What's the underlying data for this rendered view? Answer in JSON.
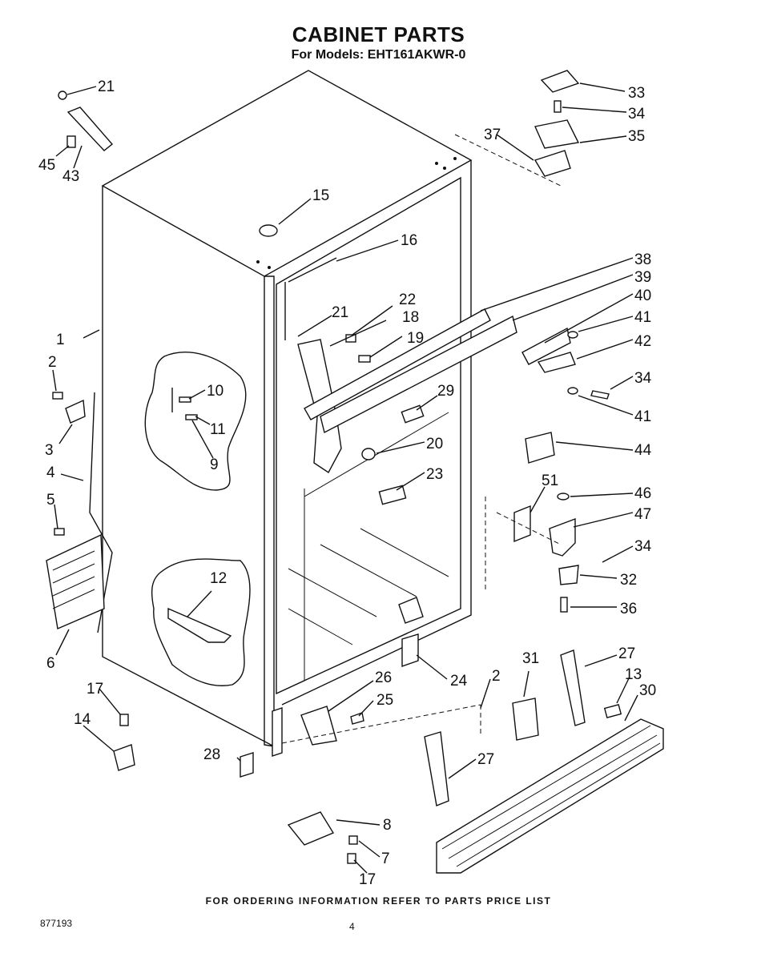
{
  "header": {
    "title": "CABINET PARTS",
    "subtitle": "For Models: EHT161AKWR-0"
  },
  "footer": {
    "ordering_note": "FOR ORDERING INFORMATION REFER TO PARTS PRICE LIST",
    "document_number": "877193",
    "page_number": "4"
  },
  "callouts": [
    "1",
    "2",
    "3",
    "4",
    "5",
    "6",
    "7",
    "8",
    "9",
    "10",
    "11",
    "12",
    "13",
    "14",
    "15",
    "16",
    "17",
    "18",
    "19",
    "20",
    "21",
    "22",
    "23",
    "24",
    "25",
    "26",
    "27",
    "28",
    "29",
    "30",
    "31",
    "32",
    "33",
    "34",
    "35",
    "36",
    "37",
    "38",
    "39",
    "40",
    "41",
    "42",
    "43",
    "44",
    "45",
    "46",
    "47",
    "51"
  ]
}
